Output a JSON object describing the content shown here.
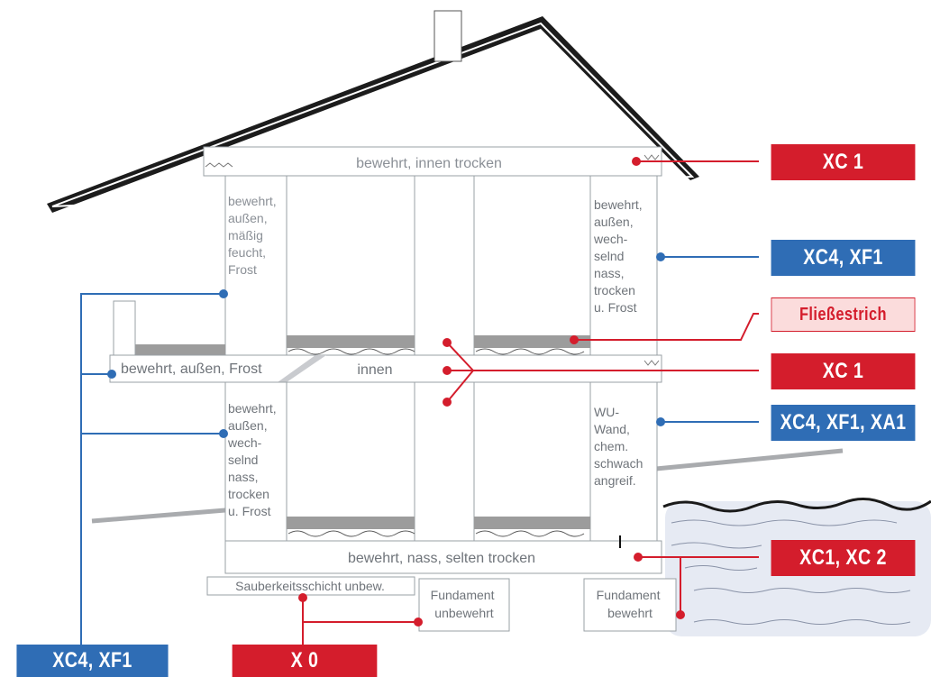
{
  "zones": {
    "top_slab": "bewehrt, innen trocken",
    "upper_left_wall": [
      "bewehrt,",
      "außen,",
      "mäßig",
      "feucht,",
      "Frost"
    ],
    "upper_right_wall": [
      "bewehrt,",
      "außen,",
      "wech-",
      "selnd",
      "nass,",
      "trocken",
      "u. Frost"
    ],
    "balcony_slab": "bewehrt, außen, Frost",
    "middle_slab": "innen",
    "lower_left_wall": [
      "bewehrt,",
      "außen,",
      "wech-",
      "selnd",
      "nass,",
      "trocken",
      "u. Frost"
    ],
    "lower_right_wall": [
      "WU-",
      "Wand,",
      "chem.",
      "schwach",
      "angreif."
    ],
    "base_slab": "bewehrt, nass, selten trocken",
    "blinding_layer": "Sauberkeitsschicht unbew.",
    "foundation_left": [
      "Fundament",
      "unbewehrt"
    ],
    "foundation_right": [
      "Fundament",
      "bewehrt"
    ]
  },
  "labels": {
    "top_slab_class": "XC 1",
    "upper_wall_class": "XC4, XF1",
    "screed": "Fließestrich",
    "middle_slab_class": "XC 1",
    "lower_wall_class": "XC4, XF1, XA1",
    "base_slab_class": "XC1, XC 2",
    "left_class": "XC4, XF1",
    "blinding_class": "X 0"
  },
  "colors": {
    "red": "#d41d2c",
    "blue": "#2f6db5",
    "water": "#e6eaf3"
  }
}
